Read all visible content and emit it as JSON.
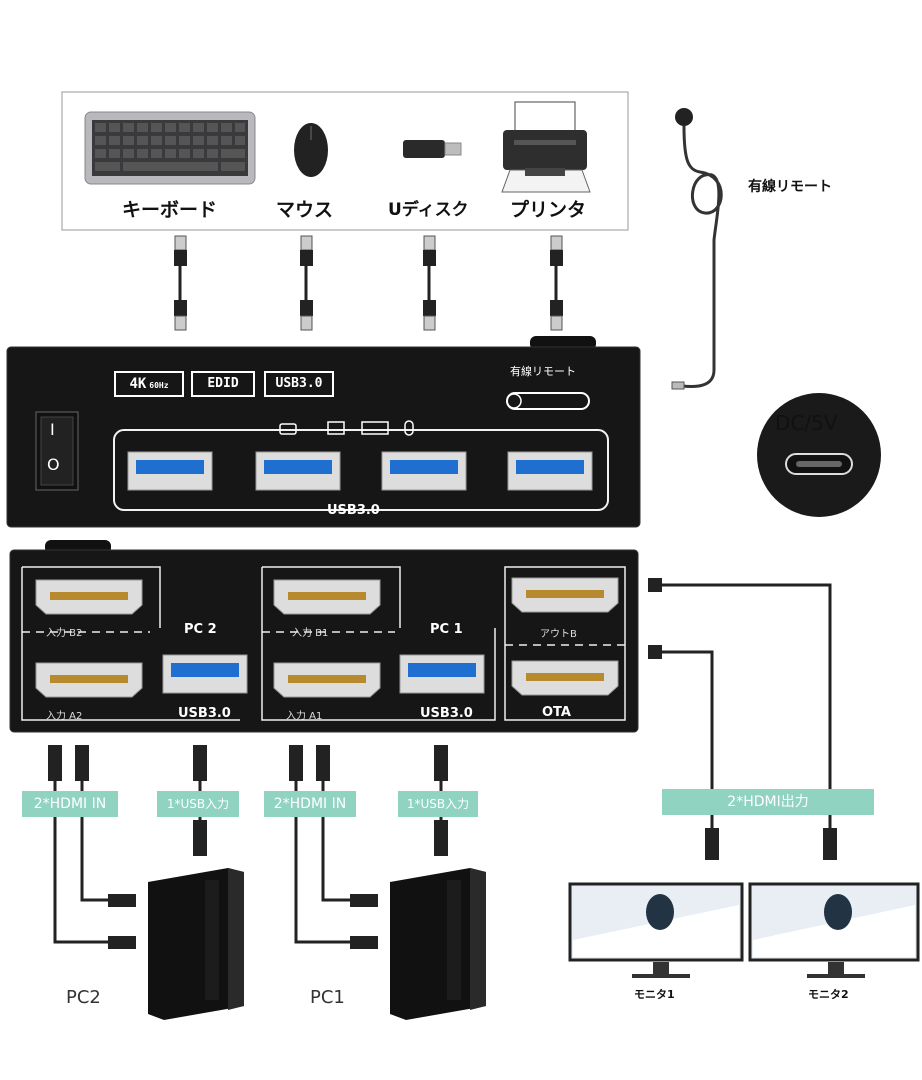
{
  "peripherals": {
    "keyboard": "キーボード",
    "mouse": "マウス",
    "udisk": "Uディスク",
    "printer": "プリンタ"
  },
  "remote": {
    "cable_label": "有線リモート",
    "panel_label": "有線リモート"
  },
  "power": {
    "label": "DC/5V",
    "switch_on": "I",
    "switch_off": "O"
  },
  "top_panel": {
    "badge_4k": "4K",
    "badge_4k_sub": "60Hz",
    "badge_edid": "EDID",
    "badge_usb": "USB3.0",
    "usb_label": "USB3.0"
  },
  "bottom_panel": {
    "in_b2": "入力 B2",
    "in_a2": "入力 A2",
    "pc2": "PC 2",
    "usb_pc2": "USB3.0",
    "in_b1": "入力 B1",
    "in_a1": "入力 A1",
    "pc1": "PC 1",
    "usb_pc1": "USB3.0",
    "out_b": "アウトB",
    "ota": "OTA"
  },
  "tags": {
    "hdmi_in_pc2": "2*HDMI IN",
    "usb_in_pc2": "1*USB入力",
    "hdmi_in_pc1": "2*HDMI IN",
    "usb_in_pc1": "1*USB入力",
    "hdmi_out": "2*HDMI出力"
  },
  "computers": {
    "pc2": "PC2",
    "pc1": "PC1"
  },
  "monitors": {
    "m1": "モニタ1",
    "m2": "モニタ2"
  }
}
